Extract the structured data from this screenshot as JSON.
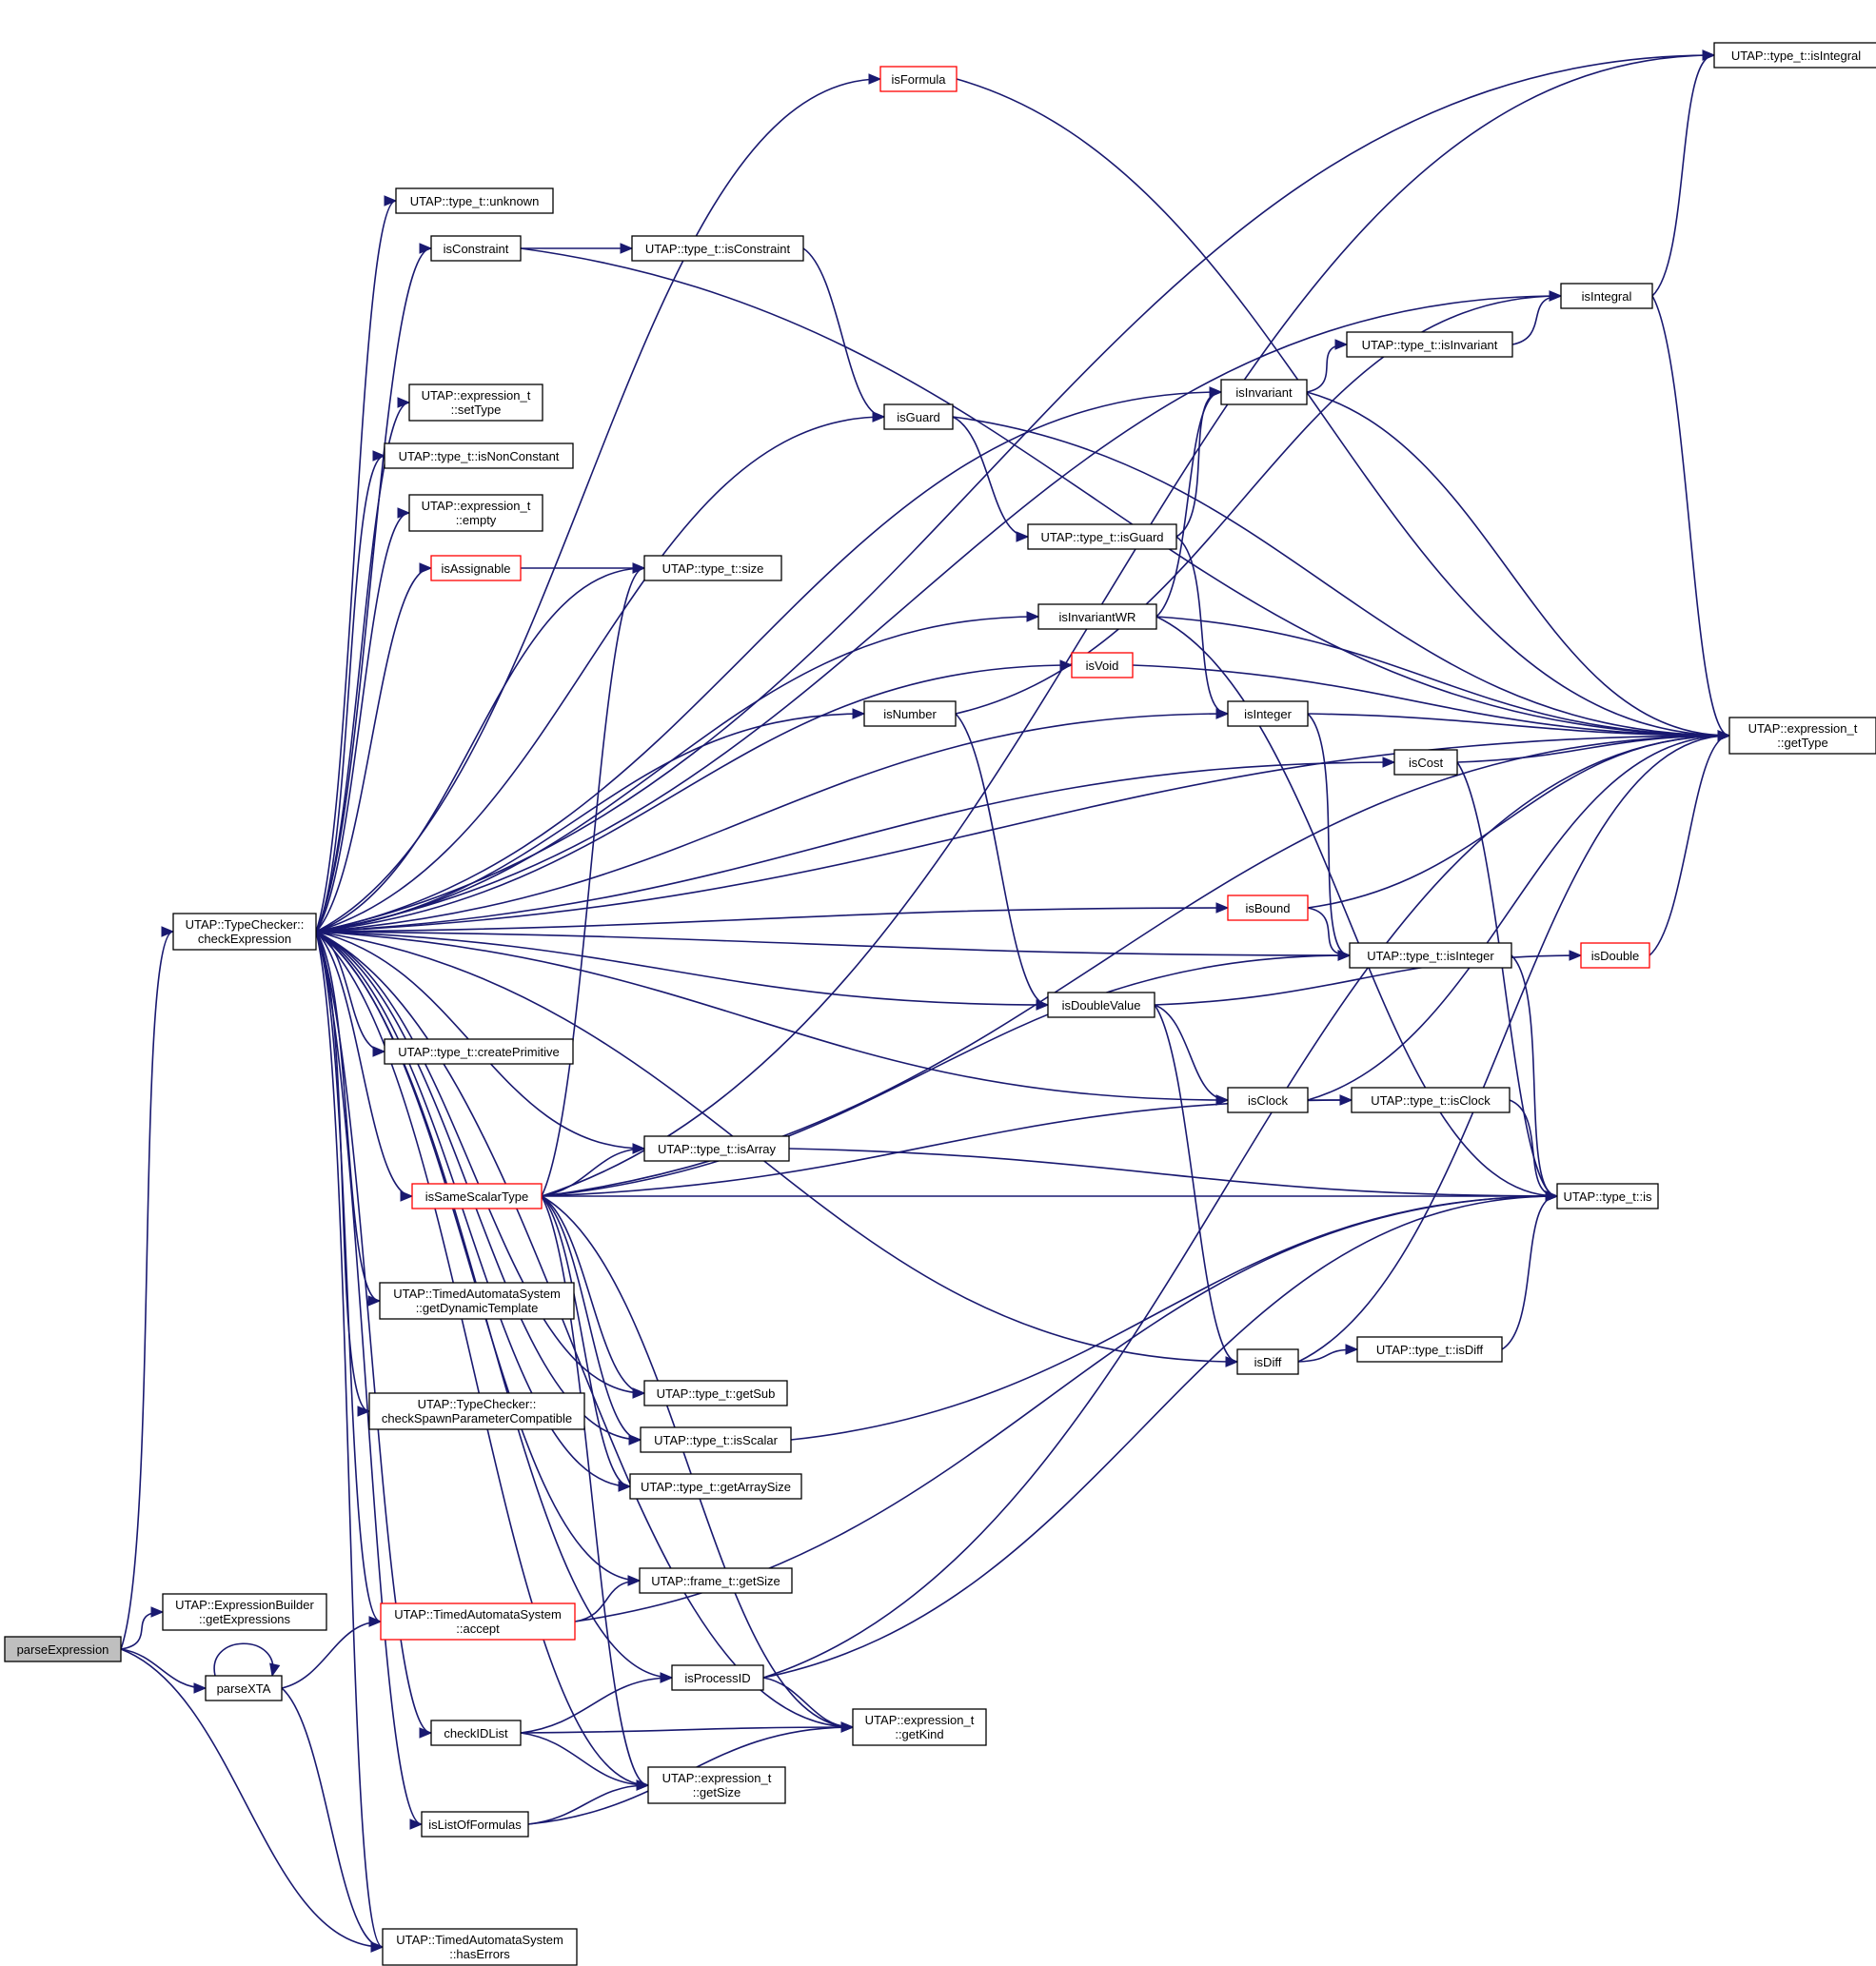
{
  "nodes": [
    {
      "id": "parseExpression",
      "lines": [
        "parseExpression"
      ],
      "style": "gray"
    },
    {
      "id": "parseXTA",
      "lines": [
        "parseXTA"
      ],
      "style": "normal"
    },
    {
      "id": "getExpressions",
      "lines": [
        "UTAP::ExpressionBuilder",
        "::getExpressions"
      ],
      "style": "normal"
    },
    {
      "id": "checkExpression",
      "lines": [
        "UTAP::TypeChecker::",
        "checkExpression"
      ],
      "style": "normal"
    },
    {
      "id": "hasErrors",
      "lines": [
        "UTAP::TimedAutomataSystem",
        "::hasErrors"
      ],
      "style": "normal"
    },
    {
      "id": "unknown",
      "lines": [
        "UTAP::type_t::unknown"
      ],
      "style": "normal"
    },
    {
      "id": "isConstraint",
      "lines": [
        "isConstraint"
      ],
      "style": "normal"
    },
    {
      "id": "typeIsConstraint",
      "lines": [
        "UTAP::type_t::isConstraint"
      ],
      "style": "normal"
    },
    {
      "id": "setType",
      "lines": [
        "UTAP::expression_t",
        "::setType"
      ],
      "style": "normal"
    },
    {
      "id": "isNonConstant",
      "lines": [
        "UTAP::type_t::isNonConstant"
      ],
      "style": "normal"
    },
    {
      "id": "empty",
      "lines": [
        "UTAP::expression_t",
        "::empty"
      ],
      "style": "normal"
    },
    {
      "id": "isAssignable",
      "lines": [
        "isAssignable"
      ],
      "style": "red"
    },
    {
      "id": "size",
      "lines": [
        "UTAP::type_t::size"
      ],
      "style": "normal"
    },
    {
      "id": "isFormula",
      "lines": [
        "isFormula"
      ],
      "style": "red"
    },
    {
      "id": "typeIsIntegral",
      "lines": [
        "UTAP::type_t::isIntegral"
      ],
      "style": "normal"
    },
    {
      "id": "isIntegral",
      "lines": [
        "isIntegral"
      ],
      "style": "normal"
    },
    {
      "id": "typeIsInvariant",
      "lines": [
        "UTAP::type_t::isInvariant"
      ],
      "style": "normal"
    },
    {
      "id": "isInvariant",
      "lines": [
        "isInvariant"
      ],
      "style": "normal"
    },
    {
      "id": "isGuard",
      "lines": [
        "isGuard"
      ],
      "style": "normal"
    },
    {
      "id": "typeIsGuard",
      "lines": [
        "UTAP::type_t::isGuard"
      ],
      "style": "normal"
    },
    {
      "id": "isInvariantWR",
      "lines": [
        "isInvariantWR"
      ],
      "style": "normal"
    },
    {
      "id": "isVoid",
      "lines": [
        "isVoid"
      ],
      "style": "red"
    },
    {
      "id": "isNumber",
      "lines": [
        "isNumber"
      ],
      "style": "normal"
    },
    {
      "id": "isInteger",
      "lines": [
        "isInteger"
      ],
      "style": "normal"
    },
    {
      "id": "getType",
      "lines": [
        "UTAP::expression_t",
        "::getType"
      ],
      "style": "normal"
    },
    {
      "id": "isCost",
      "lines": [
        "isCost"
      ],
      "style": "normal"
    },
    {
      "id": "isBound",
      "lines": [
        "isBound"
      ],
      "style": "red"
    },
    {
      "id": "typeIsInteger",
      "lines": [
        "UTAP::type_t::isInteger"
      ],
      "style": "normal"
    },
    {
      "id": "isDouble",
      "lines": [
        "isDouble"
      ],
      "style": "red"
    },
    {
      "id": "isDoubleValue",
      "lines": [
        "isDoubleValue"
      ],
      "style": "normal"
    },
    {
      "id": "createPrimitive",
      "lines": [
        "UTAP::type_t::createPrimitive"
      ],
      "style": "normal"
    },
    {
      "id": "isClock",
      "lines": [
        "isClock"
      ],
      "style": "normal"
    },
    {
      "id": "typeIsClock",
      "lines": [
        "UTAP::type_t::isClock"
      ],
      "style": "normal"
    },
    {
      "id": "typeIsArray",
      "lines": [
        "UTAP::type_t::isArray"
      ],
      "style": "normal"
    },
    {
      "id": "isSameScalarType",
      "lines": [
        "isSameScalarType"
      ],
      "style": "red"
    },
    {
      "id": "typeIs",
      "lines": [
        "UTAP::type_t::is"
      ],
      "style": "normal"
    },
    {
      "id": "getDynamicTemplate",
      "lines": [
        "UTAP::TimedAutomataSystem",
        "::getDynamicTemplate"
      ],
      "style": "normal"
    },
    {
      "id": "isDiff",
      "lines": [
        "isDiff"
      ],
      "style": "normal"
    },
    {
      "id": "typeIsDiff",
      "lines": [
        "UTAP::type_t::isDiff"
      ],
      "style": "normal"
    },
    {
      "id": "getSub",
      "lines": [
        "UTAP::type_t::getSub"
      ],
      "style": "normal"
    },
    {
      "id": "checkSpawn",
      "lines": [
        "UTAP::TypeChecker::",
        "checkSpawnParameterCompatible"
      ],
      "style": "normal"
    },
    {
      "id": "isScalar",
      "lines": [
        "UTAP::type_t::isScalar"
      ],
      "style": "normal"
    },
    {
      "id": "getArraySize",
      "lines": [
        "UTAP::type_t::getArraySize"
      ],
      "style": "normal"
    },
    {
      "id": "frameGetSize",
      "lines": [
        "UTAP::frame_t::getSize"
      ],
      "style": "normal"
    },
    {
      "id": "accept",
      "lines": [
        "UTAP::TimedAutomataSystem",
        "::accept"
      ],
      "style": "red"
    },
    {
      "id": "isProcessID",
      "lines": [
        "isProcessID"
      ],
      "style": "normal"
    },
    {
      "id": "getKind",
      "lines": [
        "UTAP::expression_t",
        "::getKind"
      ],
      "style": "normal"
    },
    {
      "id": "checkIDList",
      "lines": [
        "checkIDList"
      ],
      "style": "normal"
    },
    {
      "id": "exprGetSize",
      "lines": [
        "UTAP::expression_t",
        "::getSize"
      ],
      "style": "normal"
    },
    {
      "id": "isListOfFormulas",
      "lines": [
        "isListOfFormulas"
      ],
      "style": "normal"
    }
  ],
  "edges": [
    [
      "parseExpression",
      "checkExpression"
    ],
    [
      "parseExpression",
      "getExpressions"
    ],
    [
      "parseExpression",
      "parseXTA"
    ],
    [
      "parseExpression",
      "hasErrors"
    ],
    [
      "parseXTA",
      "parseXTA"
    ],
    [
      "parseXTA",
      "accept"
    ],
    [
      "parseXTA",
      "hasErrors"
    ],
    [
      "checkExpression",
      "unknown"
    ],
    [
      "checkExpression",
      "isConstraint"
    ],
    [
      "checkExpression",
      "isGuard"
    ],
    [
      "checkExpression",
      "setType"
    ],
    [
      "checkExpression",
      "isNonConstant"
    ],
    [
      "checkExpression",
      "empty"
    ],
    [
      "checkExpression",
      "isAssignable"
    ],
    [
      "checkExpression",
      "size"
    ],
    [
      "checkExpression",
      "isFormula"
    ],
    [
      "checkExpression",
      "typeIsIntegral"
    ],
    [
      "checkExpression",
      "isIntegral"
    ],
    [
      "checkExpression",
      "isInvariant"
    ],
    [
      "checkExpression",
      "isInvariantWR"
    ],
    [
      "checkExpression",
      "isVoid"
    ],
    [
      "checkExpression",
      "isNumber"
    ],
    [
      "checkExpression",
      "isInteger"
    ],
    [
      "checkExpression",
      "isCost"
    ],
    [
      "checkExpression",
      "getType"
    ],
    [
      "checkExpression",
      "isBound"
    ],
    [
      "checkExpression",
      "typeIsInteger"
    ],
    [
      "checkExpression",
      "isDoubleValue"
    ],
    [
      "checkExpression",
      "createPrimitive"
    ],
    [
      "checkExpression",
      "isClock"
    ],
    [
      "checkExpression",
      "typeIsArray"
    ],
    [
      "checkExpression",
      "isSameScalarType"
    ],
    [
      "checkExpression",
      "getDynamicTemplate"
    ],
    [
      "checkExpression",
      "getSub"
    ],
    [
      "checkExpression",
      "checkSpawn"
    ],
    [
      "checkExpression",
      "isScalar"
    ],
    [
      "checkExpression",
      "getArraySize"
    ],
    [
      "checkExpression",
      "isDiff"
    ],
    [
      "checkExpression",
      "frameGetSize"
    ],
    [
      "checkExpression",
      "accept"
    ],
    [
      "checkExpression",
      "isProcessID"
    ],
    [
      "checkExpression",
      "checkIDList"
    ],
    [
      "checkExpression",
      "exprGetSize"
    ],
    [
      "checkExpression",
      "isListOfFormulas"
    ],
    [
      "checkExpression",
      "getKind"
    ],
    [
      "checkExpression",
      "hasErrors"
    ],
    [
      "isConstraint",
      "typeIsConstraint"
    ],
    [
      "isConstraint",
      "getType"
    ],
    [
      "typeIsConstraint",
      "isGuard"
    ],
    [
      "isAssignable",
      "size"
    ],
    [
      "isFormula",
      "getType"
    ],
    [
      "isIntegral",
      "typeIsIntegral"
    ],
    [
      "isIntegral",
      "getType"
    ],
    [
      "typeIsInvariant",
      "isIntegral"
    ],
    [
      "isInvariant",
      "typeIsInvariant"
    ],
    [
      "isInvariant",
      "getType"
    ],
    [
      "isGuard",
      "typeIsGuard"
    ],
    [
      "isGuard",
      "getType"
    ],
    [
      "typeIsGuard",
      "isInvariant"
    ],
    [
      "typeIsGuard",
      "isInteger"
    ],
    [
      "isInvariantWR",
      "isInvariant"
    ],
    [
      "isInvariantWR",
      "getType"
    ],
    [
      "isInvariantWR",
      "typeIs"
    ],
    [
      "isVoid",
      "getType"
    ],
    [
      "isNumber",
      "isIntegral"
    ],
    [
      "isNumber",
      "isDoubleValue"
    ],
    [
      "isInteger",
      "getType"
    ],
    [
      "isInteger",
      "typeIsInteger"
    ],
    [
      "isCost",
      "getType"
    ],
    [
      "isCost",
      "typeIs"
    ],
    [
      "isBound",
      "getType"
    ],
    [
      "isBound",
      "typeIsInteger"
    ],
    [
      "typeIsInteger",
      "typeIs"
    ],
    [
      "isDouble",
      "getType"
    ],
    [
      "isDoubleValue",
      "isDouble"
    ],
    [
      "isDoubleValue",
      "isClock"
    ],
    [
      "isDoubleValue",
      "isDiff"
    ],
    [
      "isClock",
      "typeIsClock"
    ],
    [
      "isClock",
      "getType"
    ],
    [
      "typeIsClock",
      "typeIs"
    ],
    [
      "typeIsArray",
      "typeIs"
    ],
    [
      "isSameScalarType",
      "typeIsIntegral"
    ],
    [
      "isSameScalarType",
      "size"
    ],
    [
      "isSameScalarType",
      "typeIsArray"
    ],
    [
      "isSameScalarType",
      "typeIsInteger"
    ],
    [
      "isSameScalarType",
      "typeIsClock"
    ],
    [
      "isSameScalarType",
      "typeIs"
    ],
    [
      "isSameScalarType",
      "getType"
    ],
    [
      "isSameScalarType",
      "getSub"
    ],
    [
      "isSameScalarType",
      "isScalar"
    ],
    [
      "isSameScalarType",
      "getArraySize"
    ],
    [
      "isSameScalarType",
      "getKind"
    ],
    [
      "isSameScalarType",
      "exprGetSize"
    ],
    [
      "isDiff",
      "typeIsDiff"
    ],
    [
      "isDiff",
      "getType"
    ],
    [
      "typeIsDiff",
      "typeIs"
    ],
    [
      "isScalar",
      "typeIs"
    ],
    [
      "accept",
      "frameGetSize"
    ],
    [
      "accept",
      "typeIs"
    ],
    [
      "isProcessID",
      "getKind"
    ],
    [
      "isProcessID",
      "typeIs"
    ],
    [
      "isProcessID",
      "getType"
    ],
    [
      "checkIDList",
      "isProcessID"
    ],
    [
      "checkIDList",
      "getKind"
    ],
    [
      "checkIDList",
      "exprGetSize"
    ],
    [
      "isListOfFormulas",
      "exprGetSize"
    ],
    [
      "isListOfFormulas",
      "getKind"
    ]
  ]
}
